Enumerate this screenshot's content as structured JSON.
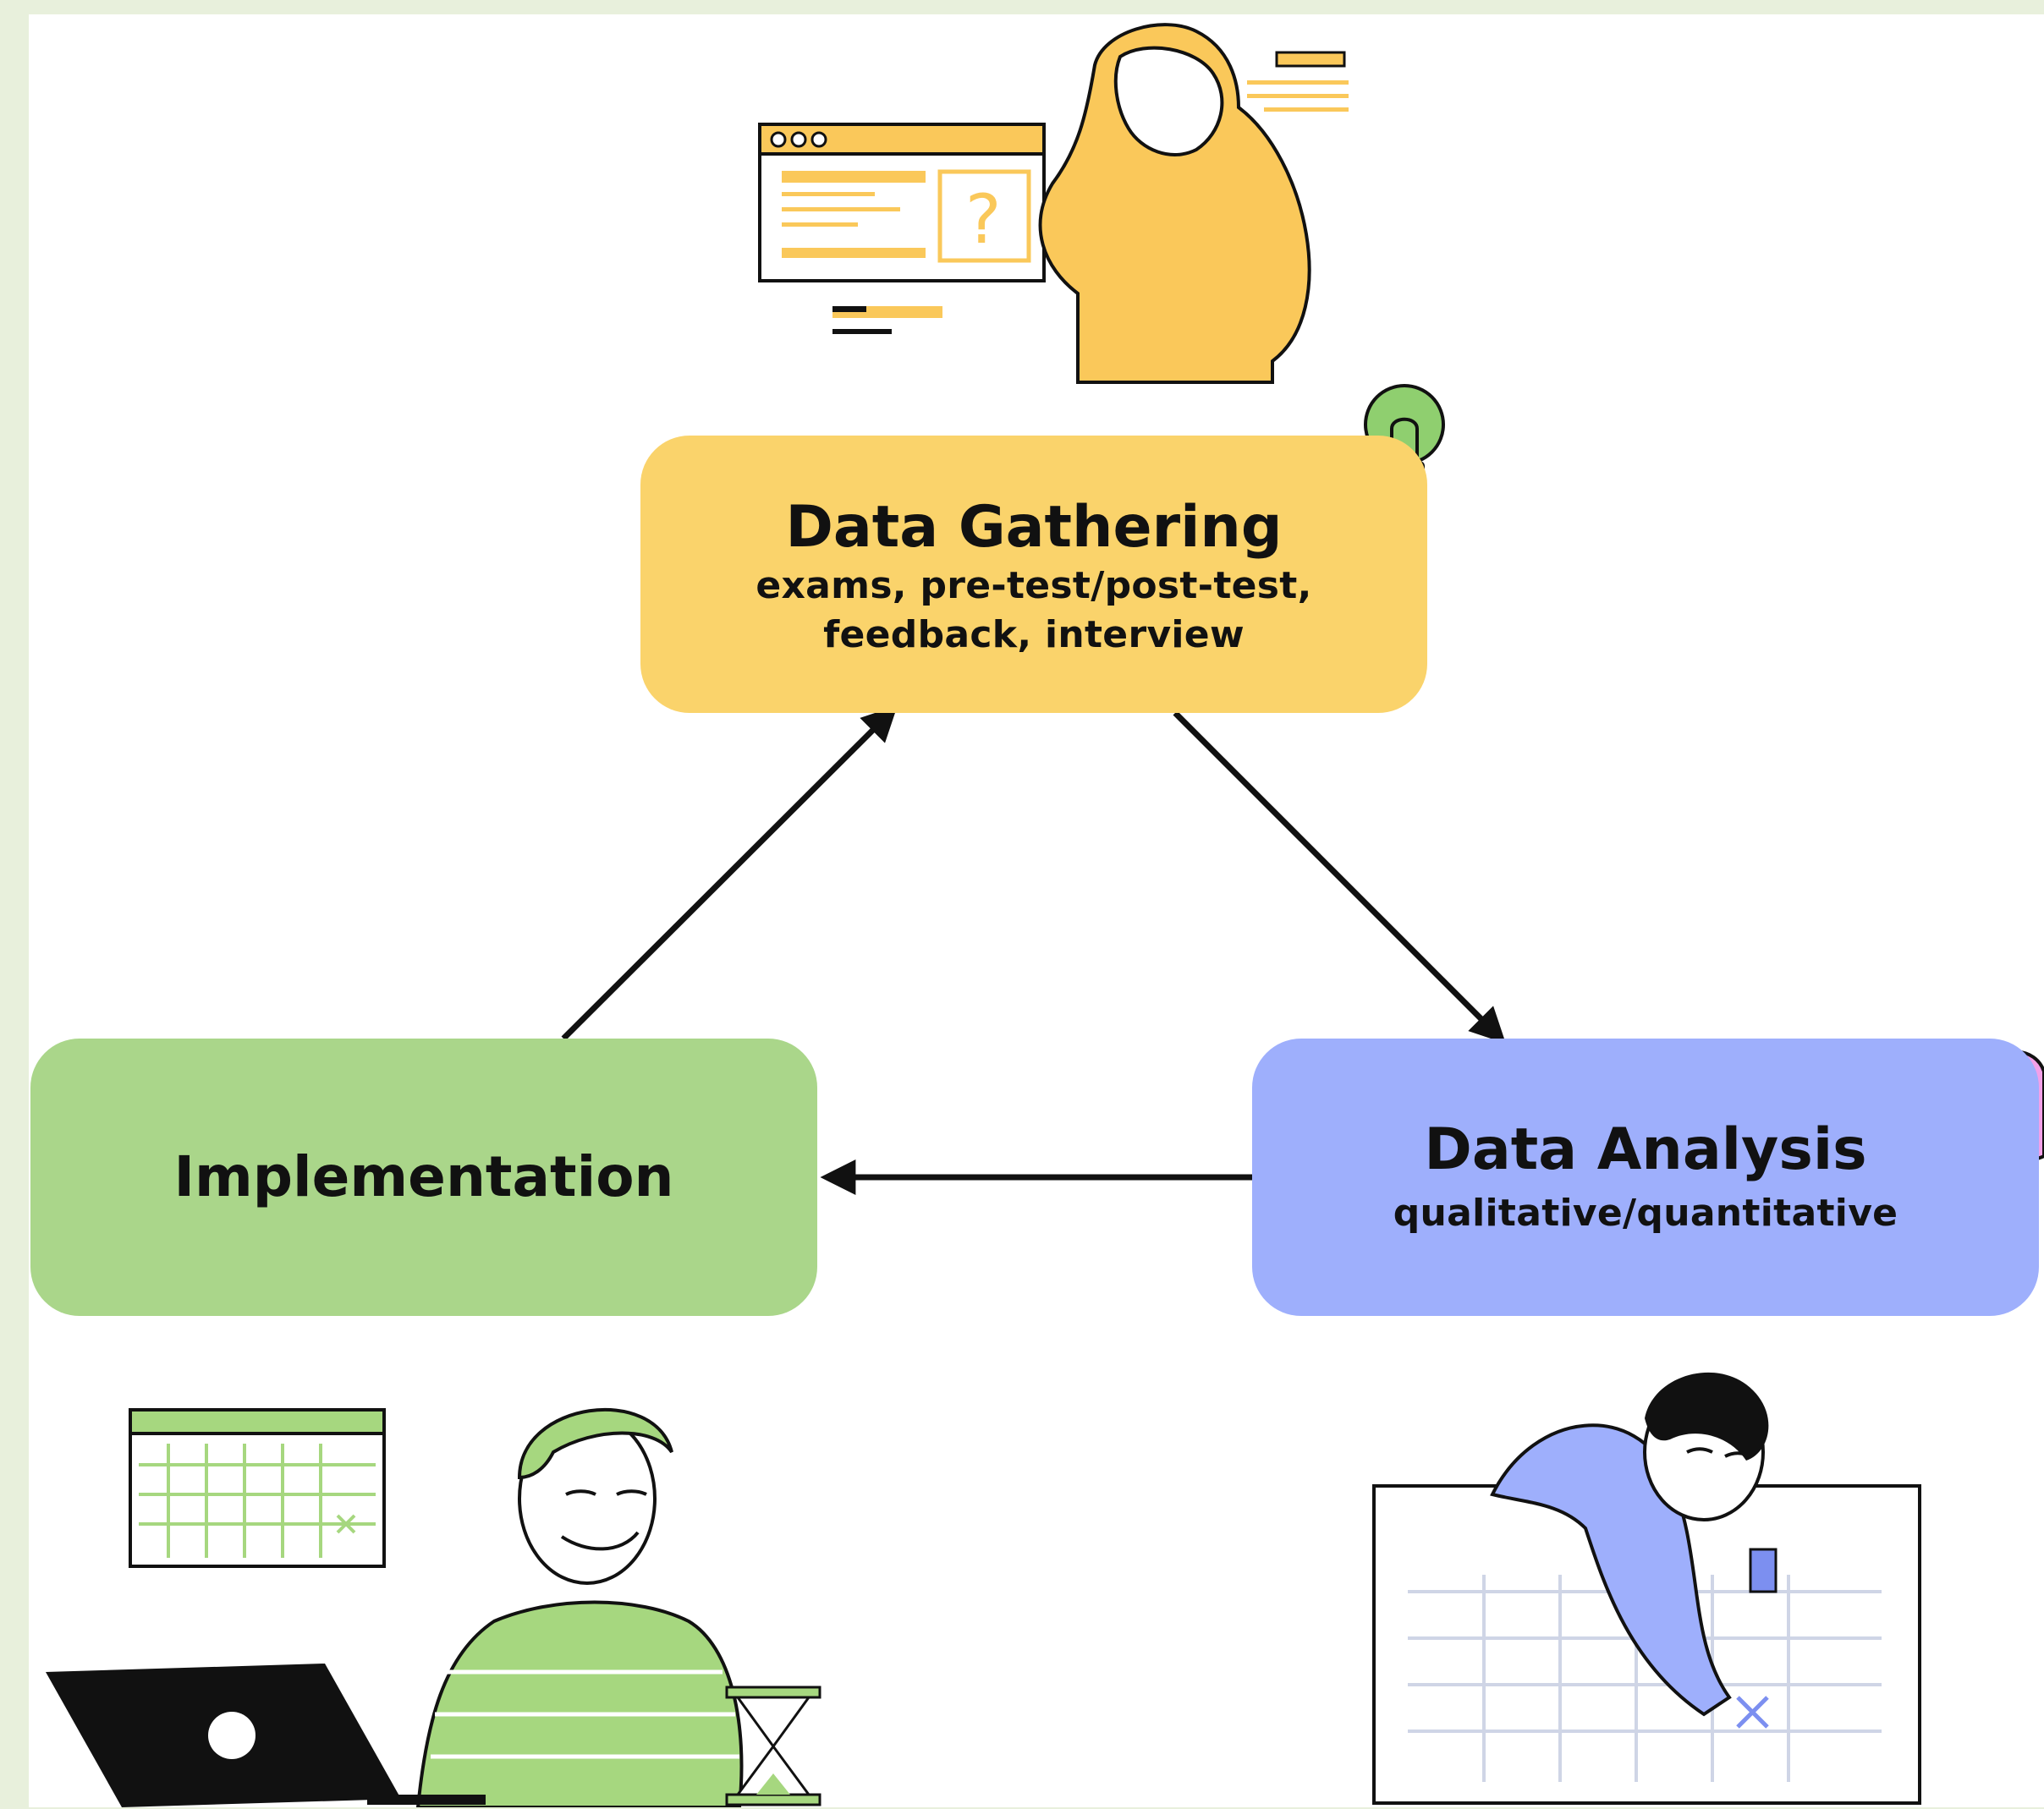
{
  "diagram": {
    "nodes": [
      {
        "id": "gathering",
        "title": "Data Gathering",
        "subtitle": "exams, pre-test/post-test, feedback, interview",
        "color": "#fad36b"
      },
      {
        "id": "analysis",
        "title": "Data Analysis",
        "subtitle": "qualitative/quantitative",
        "color": "#9eaffc"
      },
      {
        "id": "implementation",
        "title": "Implementation",
        "subtitle": "",
        "color": "#aad68a"
      }
    ],
    "edges": [
      {
        "from": "gathering",
        "to": "analysis"
      },
      {
        "from": "analysis",
        "to": "implementation"
      },
      {
        "from": "implementation",
        "to": "gathering"
      }
    ],
    "illustrations": [
      {
        "icon": "thinking-person-with-browser-window",
        "color": "#fac85a"
      },
      {
        "icon": "person-at-laptop-with-calendar-and-hourglass",
        "color": "#a6d77f"
      },
      {
        "icon": "person-marking-calendar",
        "color": "#9eaffc"
      },
      {
        "icon": "lightbulb-icon",
        "color": "#8fcf6f"
      },
      {
        "icon": "ok-hand-icon",
        "color": "#f2a0e8"
      }
    ],
    "illustration_texts": {
      "question_mark": "?"
    }
  }
}
